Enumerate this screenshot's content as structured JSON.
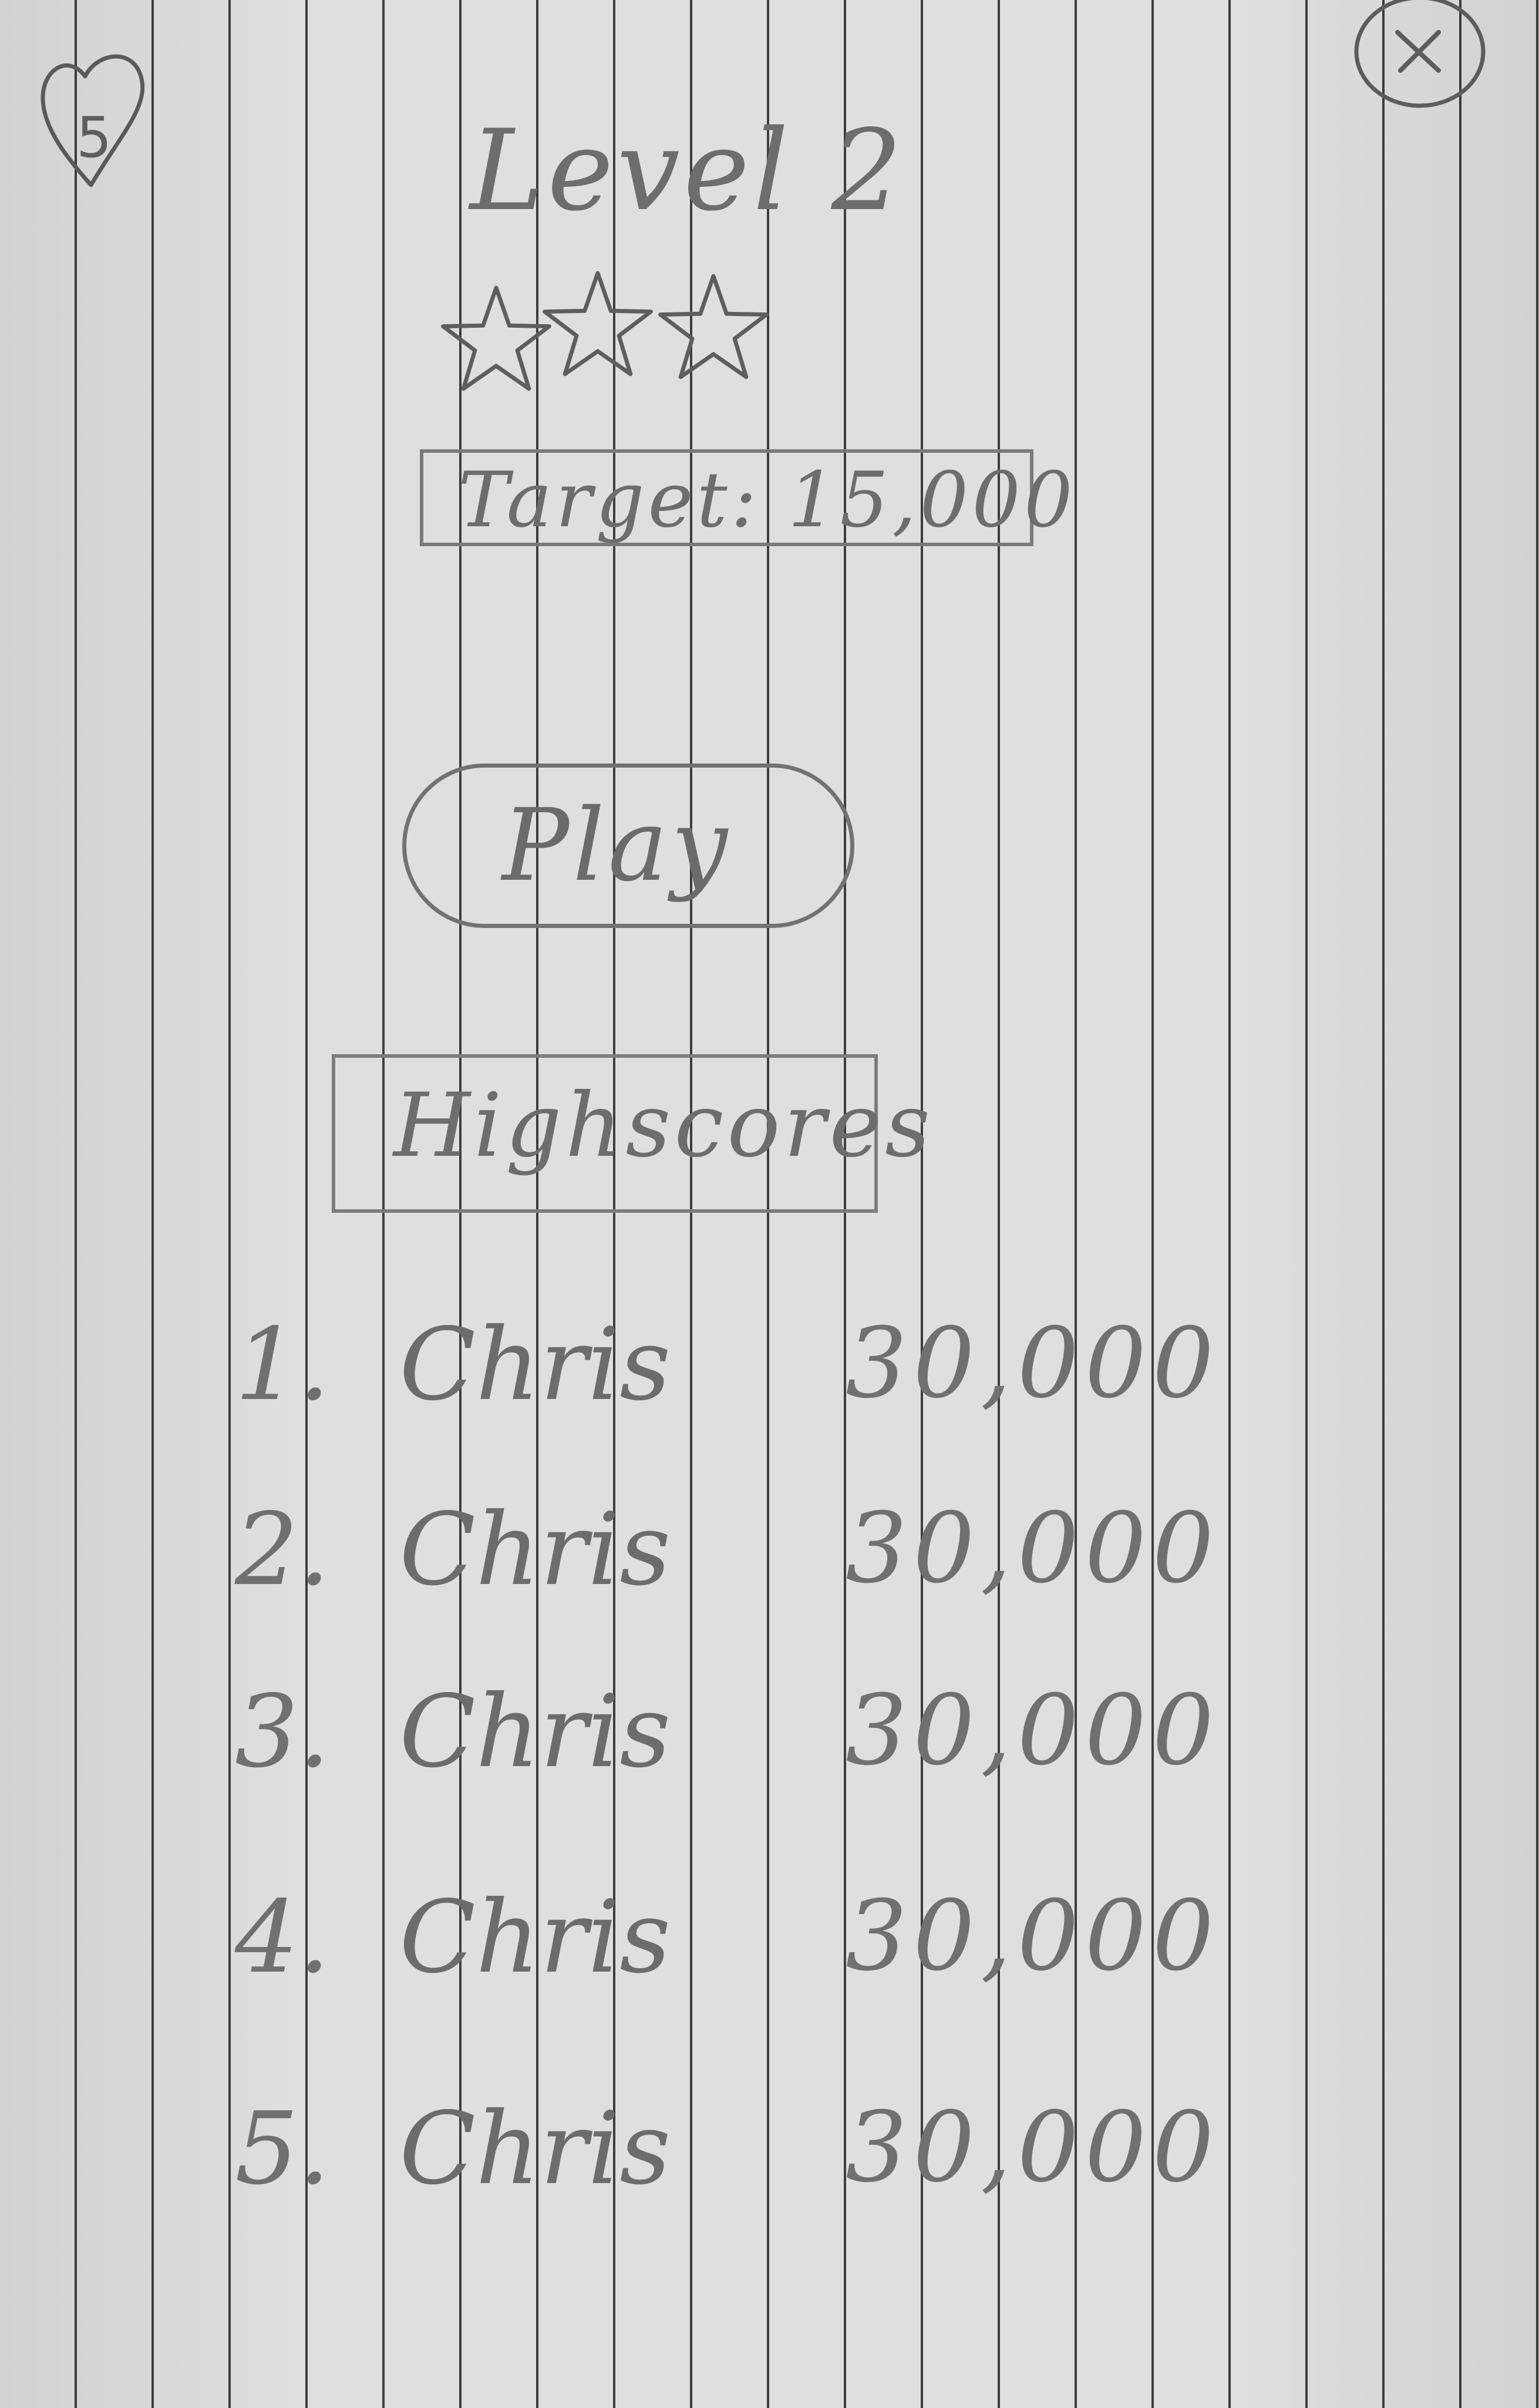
{
  "header": {
    "lives": "5",
    "level_title": "Level 2",
    "stars_earned": 3,
    "stars_total": 3,
    "close_icon": "close-icon",
    "lives_icon": "heart-icon"
  },
  "target": {
    "label": "Target: 15,000"
  },
  "play": {
    "label": "Play"
  },
  "highscores": {
    "title": "Highscores",
    "rows": [
      {
        "rank": "1.",
        "name": "Chris",
        "score": "30,000"
      },
      {
        "rank": "2.",
        "name": "Chris",
        "score": "30,000"
      },
      {
        "rank": "3.",
        "name": "Chris",
        "score": "30,000"
      },
      {
        "rank": "4.",
        "name": "Chris",
        "score": "30,000"
      },
      {
        "rank": "5.",
        "name": "Chris",
        "score": "30,000"
      }
    ]
  },
  "colors": {
    "paper": "#dfe0dd",
    "rule_line": "#3d3d3d",
    "pencil": "#6d6d6d"
  }
}
